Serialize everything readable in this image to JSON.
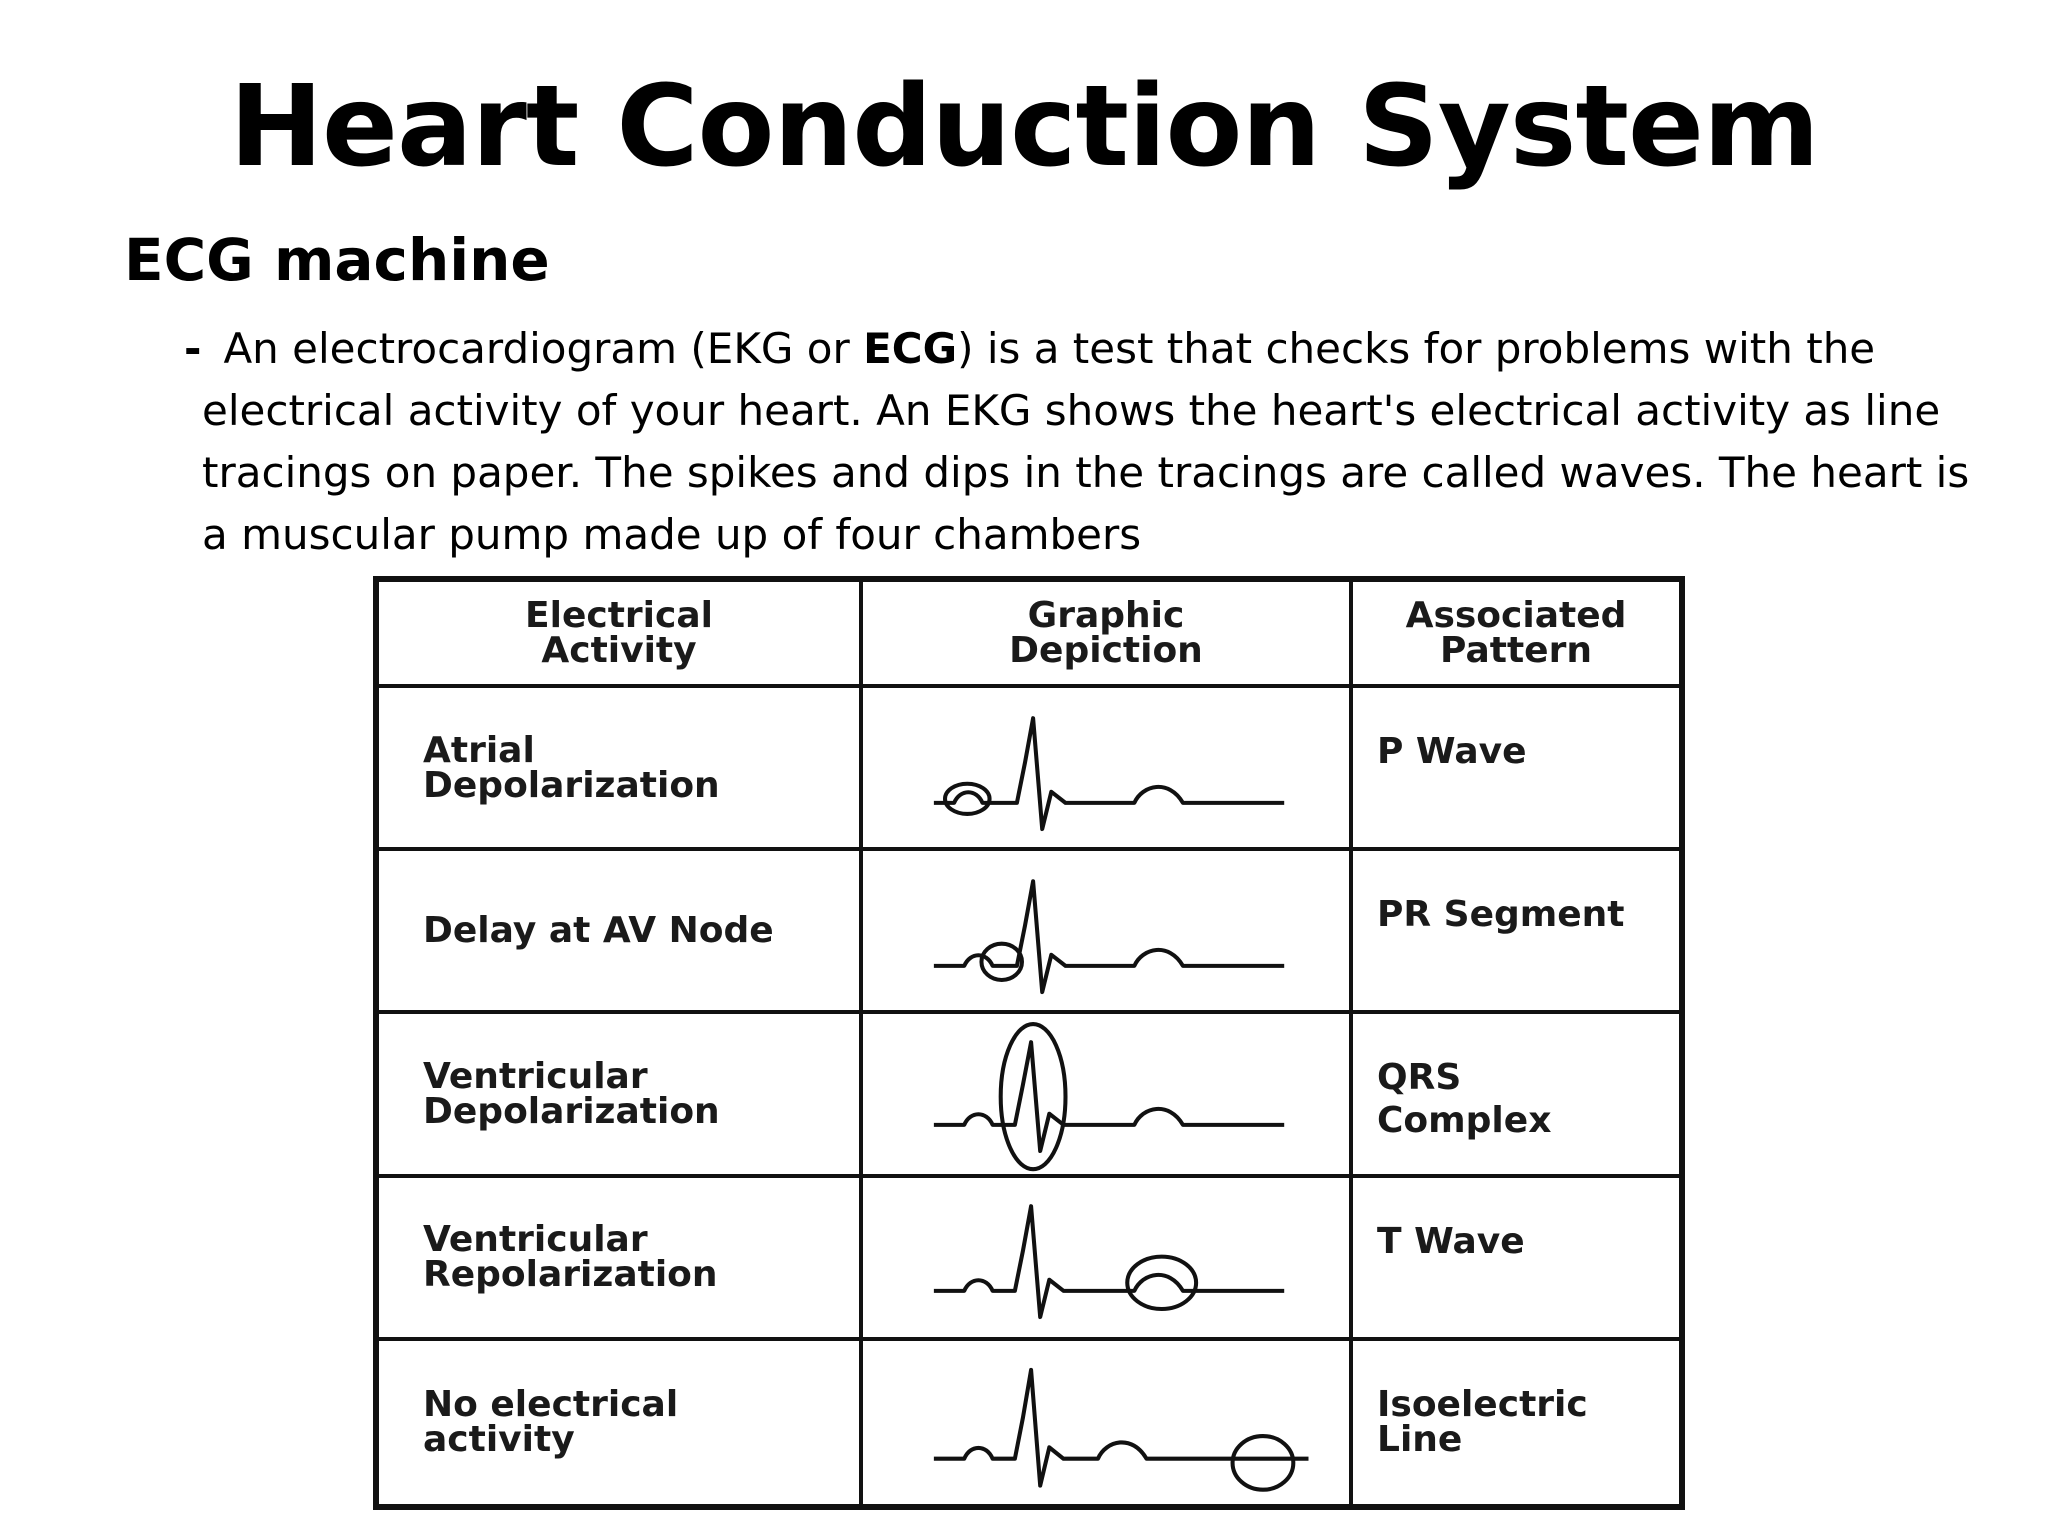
{
  "slide": {
    "title": "Heart Conduction System",
    "section_heading": "ECG machine",
    "bullet_dash": "-",
    "bullet_lines": [
      {
        "pre": "An electrocardiogram (EKG or ",
        "bold": "ECG",
        "post": ") is a test that checks for problems with the"
      },
      {
        "text": "electrical activity of your heart. An EKG shows the heart's electrical activity as line"
      },
      {
        "text": "tracings on paper. The spikes and dips in the tracings are called waves. The heart is"
      },
      {
        "text": "a muscular pump made up of four chambers"
      }
    ]
  },
  "table": {
    "headers": {
      "activity": [
        "Electrical",
        "Activity"
      ],
      "graphic": [
        "Graphic",
        "Depiction"
      ],
      "pattern": [
        "Associated",
        "Pattern"
      ]
    },
    "rows": [
      {
        "activity": [
          "Atrial",
          "Depolarization"
        ],
        "pattern": [
          "P Wave"
        ],
        "highlight": "p-wave"
      },
      {
        "activity": [
          "Delay at AV Node"
        ],
        "pattern": [
          "PR Segment"
        ],
        "highlight": "pr-segment"
      },
      {
        "activity": [
          "Ventricular",
          "Depolarization"
        ],
        "pattern": [
          "QRS",
          "Complex"
        ],
        "highlight": "qrs-complex"
      },
      {
        "activity": [
          "Ventricular",
          "Repolarization"
        ],
        "pattern": [
          "T Wave"
        ],
        "highlight": "t-wave"
      },
      {
        "activity": [
          "No electrical",
          "activity"
        ],
        "pattern": [
          "Isoelectric",
          "Line"
        ],
        "highlight": "isoelectric-line"
      }
    ]
  }
}
